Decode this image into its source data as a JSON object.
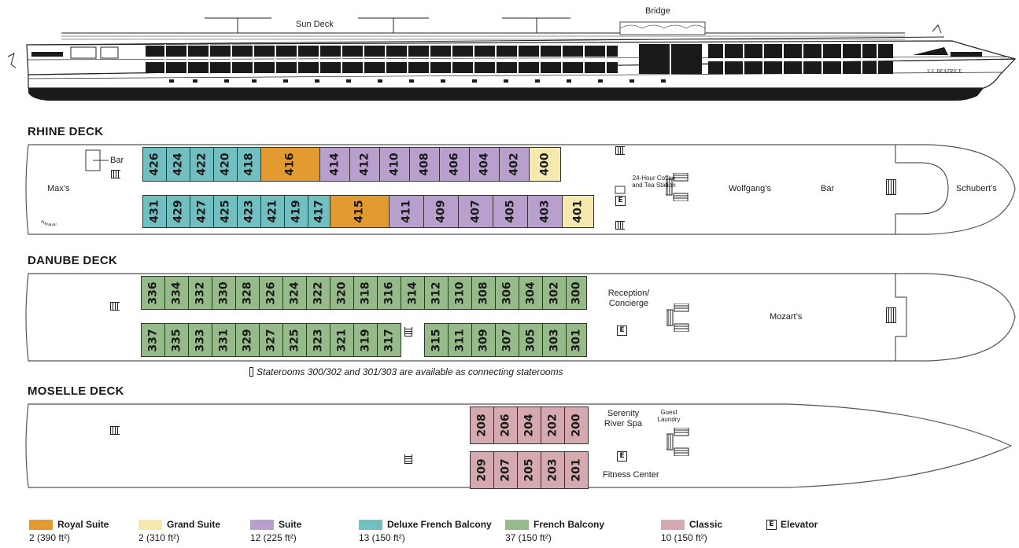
{
  "colors": {
    "royal_suite": "#e39a2f",
    "grand_suite": "#f6e9b0",
    "suite": "#b89fce",
    "deluxe_french_balcony": "#72bfc2",
    "french_balcony": "#97ba8a",
    "classic": "#d4aab0"
  },
  "ship": {
    "sun_deck_label": "Sun Deck",
    "bridge_label": "Bridge",
    "ship_name": "S.S. BEATRICE"
  },
  "rhine": {
    "title": "RHINE DECK",
    "top_row": [
      {
        "n": "426",
        "t": "deluxe_french_balcony"
      },
      {
        "n": "424",
        "t": "deluxe_french_balcony"
      },
      {
        "n": "422",
        "t": "deluxe_french_balcony"
      },
      {
        "n": "420",
        "t": "deluxe_french_balcony"
      },
      {
        "n": "418",
        "t": "deluxe_french_balcony"
      },
      {
        "n": "416",
        "t": "royal_suite"
      },
      {
        "n": "414",
        "t": "suite"
      },
      {
        "n": "412",
        "t": "suite"
      },
      {
        "n": "410",
        "t": "suite"
      },
      {
        "n": "408",
        "t": "suite"
      },
      {
        "n": "406",
        "t": "suite"
      },
      {
        "n": "404",
        "t": "suite"
      },
      {
        "n": "402",
        "t": "suite"
      },
      {
        "n": "400",
        "t": "grand_suite"
      }
    ],
    "bottom_row": [
      {
        "n": "431",
        "t": "deluxe_french_balcony"
      },
      {
        "n": "429",
        "t": "deluxe_french_balcony"
      },
      {
        "n": "427",
        "t": "deluxe_french_balcony"
      },
      {
        "n": "425",
        "t": "deluxe_french_balcony"
      },
      {
        "n": "423",
        "t": "deluxe_french_balcony"
      },
      {
        "n": "421",
        "t": "deluxe_french_balcony"
      },
      {
        "n": "419",
        "t": "deluxe_french_balcony"
      },
      {
        "n": "417",
        "t": "deluxe_french_balcony"
      },
      {
        "n": "415",
        "t": "royal_suite"
      },
      {
        "n": "411",
        "t": "suite"
      },
      {
        "n": "409",
        "t": "suite"
      },
      {
        "n": "407",
        "t": "suite"
      },
      {
        "n": "405",
        "t": "suite"
      },
      {
        "n": "403",
        "t": "suite"
      },
      {
        "n": "401",
        "t": "grand_suite"
      }
    ],
    "bar_label": "Bar",
    "maxs_label": "Max’s",
    "coffee_label": "24-Hour Coffee and Tea Station",
    "wolfgangs_label": "Wolfgang’s",
    "bar2_label": "Bar",
    "schuberts_label": "Schubert’s"
  },
  "danube": {
    "title": "DANUBE DECK",
    "top_row": [
      "336",
      "334",
      "332",
      "330",
      "328",
      "326",
      "324",
      "322",
      "320",
      "318",
      "316",
      "314",
      "312",
      "310",
      "308",
      "306",
      "304",
      "302",
      "300"
    ],
    "bottom_row": [
      "337",
      "335",
      "333",
      "331",
      "329",
      "327",
      "325",
      "323",
      "321",
      "319",
      "317",
      "315",
      "311",
      "309",
      "307",
      "305",
      "303",
      "301"
    ],
    "reception_label": "Reception/ Concierge",
    "mozarts_label": "Mozart’s",
    "note": "Staterooms 300/302 and 301/303 are available as connecting staterooms"
  },
  "moselle": {
    "title": "MOSELLE DECK",
    "top_row": [
      "208",
      "206",
      "204",
      "202",
      "200"
    ],
    "bottom_row": [
      "209",
      "207",
      "205",
      "203",
      "201"
    ],
    "spa_label": "Serenity River Spa",
    "laundry_label": "Guest Laundry",
    "fitness_label": "Fitness Center"
  },
  "elevator_glyph": "E",
  "legend": [
    {
      "name": "Royal Suite",
      "count": "2 (390 ft²)",
      "color": "royal_suite"
    },
    {
      "name": "Grand Suite",
      "count": "2 (310 ft²)",
      "color": "grand_suite"
    },
    {
      "name": "Suite",
      "count": "12 (225 ft²)",
      "color": "suite"
    },
    {
      "name": "Deluxe French Balcony",
      "count": "13 (150 ft²)",
      "color": "deluxe_french_balcony"
    },
    {
      "name": "French Balcony",
      "count": "37 (150 ft²)",
      "color": "french_balcony"
    },
    {
      "name": "Classic",
      "count": "10 (150 ft²)",
      "color": "classic"
    }
  ],
  "legend_elevator_label": "Elevator"
}
